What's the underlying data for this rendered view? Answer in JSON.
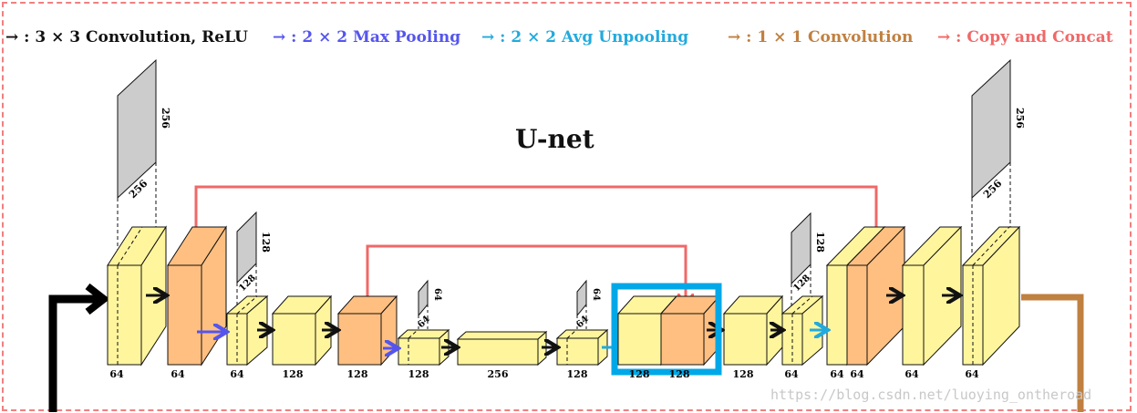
{
  "title": "U-net",
  "legend": [
    {
      "arrow": "→ :",
      "text": "3 × 3 Convolution, ReLU",
      "color": "#111111"
    },
    {
      "arrow": "→ :",
      "text": "2 × 2 Max Pooling",
      "color": "#5555ee"
    },
    {
      "arrow": "→ :",
      "text": "2 × 2 Avg Unpooling",
      "color": "#22aadd"
    },
    {
      "arrow": "→ :",
      "text": "1 × 1 Convolution",
      "color": "#c08040"
    },
    {
      "arrow": "→ :",
      "text": "Copy and Concat",
      "color": "#f06868"
    }
  ],
  "block_labels": [
    "64",
    "64",
    "64",
    "128",
    "128",
    "128",
    "256",
    "128",
    "128",
    "128",
    "128",
    "64",
    "64",
    "64",
    "64",
    "64"
  ],
  "plane_labels": {
    "p256_left_side": "256",
    "p256_left_bottom": "256",
    "p128_left_side": "128",
    "p128_left_bottom": "128",
    "p64_left_side": "64",
    "p64_left_bottom": "64",
    "p64_right_side": "64",
    "p64_right_bottom": "64",
    "p128_right_side": "128",
    "p128_right_bottom": "128",
    "p256_right_side": "256",
    "p256_right_bottom": "256"
  },
  "watermark": "https://blog.csdn.net/luoying_ontheroad",
  "colors": {
    "yellow": "#fff59d",
    "orange": "#ffbf80",
    "plane": "#cccccc",
    "highlight": "#00a8e8",
    "frame": "#f08080"
  }
}
